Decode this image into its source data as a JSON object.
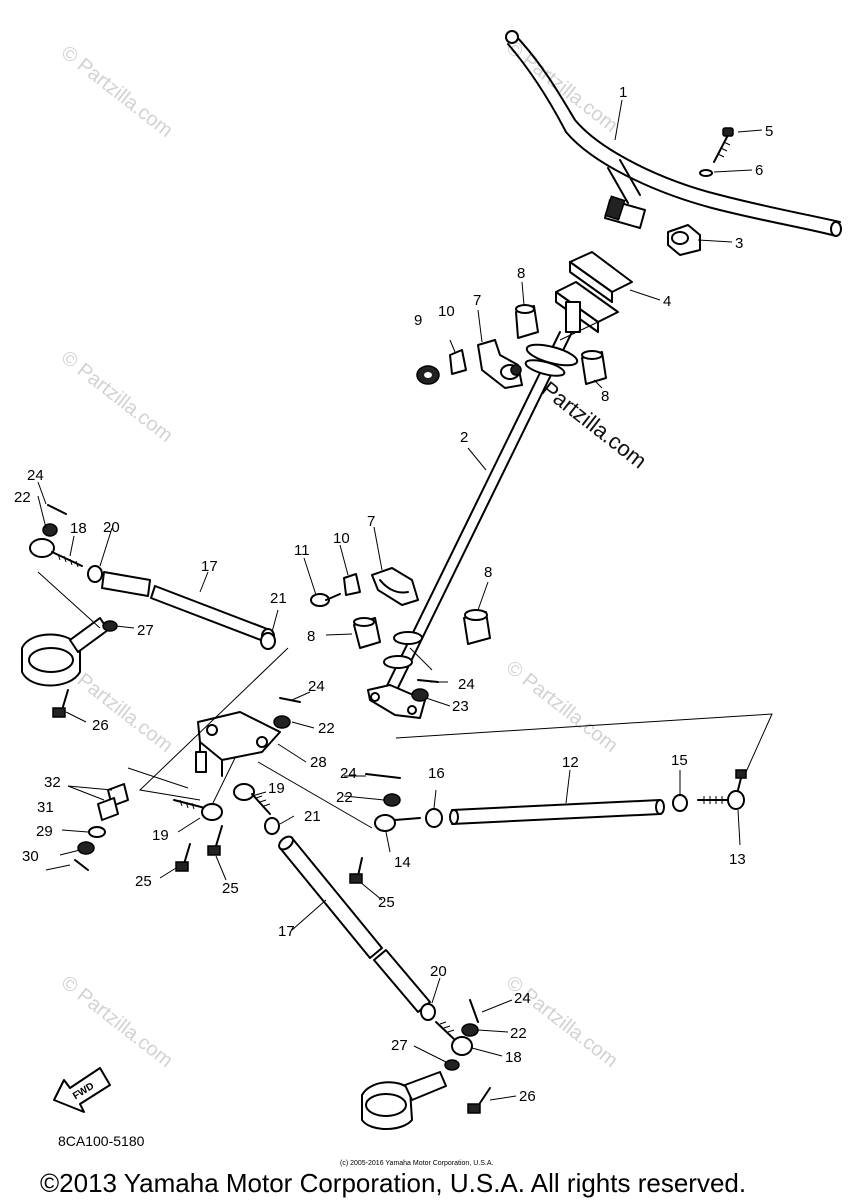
{
  "diagram": {
    "code": "8CA100-5180",
    "copyright": "©2013 Yamaha Motor Corporation, U.S.A. All rights reserved.",
    "small_copyright": "(c) 2005-2016 Yamaha Motor Corporation, U.S.A.",
    "fwd_label": "FWD",
    "watermark": "© Partzilla.com",
    "watermark_main": "Partzilla.com"
  },
  "callouts": {
    "c1": "1",
    "c2": "2",
    "c3": "3",
    "c4": "4",
    "c5": "5",
    "c6": "6",
    "c7": "7",
    "c8": "8",
    "c9": "9",
    "c10": "10",
    "c11": "11",
    "c12": "12",
    "c13": "13",
    "c14": "14",
    "c15": "15",
    "c16": "16",
    "c17": "17",
    "c18": "18",
    "c19": "19",
    "c20": "20",
    "c21": "21",
    "c22": "22",
    "c23": "23",
    "c24": "24",
    "c25": "25",
    "c26": "26",
    "c27": "27",
    "c28": "28",
    "c29": "29",
    "c30": "30",
    "c31": "31",
    "c32": "32"
  }
}
